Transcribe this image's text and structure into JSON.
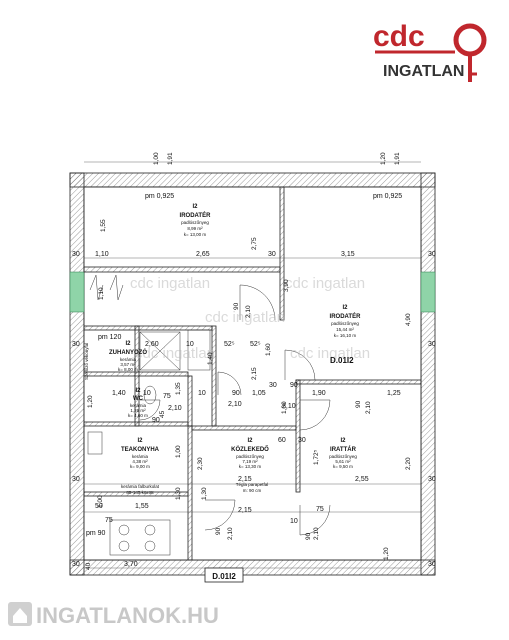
{
  "logo": {
    "brand": "cdc",
    "sub": "INGATLAN",
    "accent": "#c0272d"
  },
  "footer": {
    "brand": "INGATLANOK.HU",
    "color": "#d0d0d0"
  },
  "plan_label": "D.01I2",
  "watermark": "cdc ingatlan",
  "rooms": {
    "office_top": {
      "code": "I2",
      "name": "IRODATÉR",
      "floor": "padlószőnyeg",
      "area": "8,99 m²",
      "perim": "k= 13,00 m"
    },
    "office_right": {
      "code": "I2",
      "name": "IRODATÉR",
      "floor": "padlószőnyeg",
      "area": "15,44 m²",
      "perim": "k= 16,10 m"
    },
    "shower": {
      "code": "I2",
      "name": "ZUHANYOZÓ",
      "floor": "kerámia",
      "area": "3,57 m²",
      "perim": "k= 8,00 m"
    },
    "wc": {
      "code": "I2",
      "name": "WC",
      "floor": "kerámia",
      "area": "1,26 m²",
      "perim": "k= 4,60 m"
    },
    "kitchen": {
      "code": "I2",
      "name": "TEAKONYHA",
      "floor": "kerámia",
      "area": "4,38 m²",
      "perim": "k= 9,00 m"
    },
    "corridor": {
      "code": "I2",
      "name": "KÖZLEKEDŐ",
      "floor": "padlószőnyeg",
      "area": "7,19 m²",
      "perim": "k= 13,30 m"
    },
    "archive": {
      "code": "I2",
      "name": "IRATTÁR",
      "floor": "padlószőnyeg",
      "area": "5,61 m²",
      "perim": "k= 9,50 m"
    }
  },
  "notes": {
    "pm_left": "pm 0,925",
    "pm_right": "pm 0,925",
    "pm120": "pm 120",
    "pm90": "pm 90",
    "kitchen_note1": "kerámia falburkolat",
    "kitchen_note2": "85-145 között",
    "parapet1": "Tégla parapetfal",
    "parapet2": "m: 90 cm",
    "shower_note": "Szellőző vékonyfal",
    "shower_note2": "150/200"
  },
  "dims": {
    "top_100": "1,00",
    "top_191": "1,91",
    "top_120": "1,20",
    "top_191b": "1,91",
    "d155": "1,55",
    "d110a": "1,10",
    "d265": "2,65",
    "d315": "3,15",
    "d30a": "30",
    "d30b": "30",
    "d30c": "30",
    "d30d": "30",
    "d30e": "30",
    "d275": "2,75",
    "d390": "3,90",
    "d490": "4,90",
    "d110b": "1,10",
    "d30side": "30",
    "d90a": "90",
    "d210a": "2,10",
    "d260": "2,60",
    "d10a": "10",
    "d52a": "52⁵",
    "d52b": "52⁵",
    "d140a": "1,40",
    "d215a": "2,15",
    "d160": "1,60",
    "d30f": "30",
    "d90b": "90",
    "d210b": "2,10",
    "d135": "1,35",
    "d125": "1,25",
    "d190": "1,90",
    "d105": "1,05",
    "d210c": "2,10",
    "d100a": "1,00",
    "d140b": "1,40",
    "d10b": "10",
    "d75a": "75",
    "d10c": "10",
    "d90c": "90",
    "d90d": "90",
    "d120v": "1,20",
    "d210d": "2,10",
    "d45": "45",
    "d90e": "90",
    "d210e": "2,10",
    "d60": "60",
    "d30g": "30",
    "d172": "1,72⁵",
    "d255": "2,55",
    "d220": "2,20",
    "d30h": "30",
    "d100b": "1,00",
    "d230": "2,30",
    "d215b": "2,15",
    "d130a": "1,30",
    "d130b": "1,30",
    "d155b": "1,55",
    "d50": "50",
    "d75b": "75",
    "d100c": "1,00",
    "d30i": "30",
    "d215c": "2,15",
    "d75c": "75",
    "d10d": "10",
    "d90f": "90",
    "d210f": "2,10",
    "d90g": "90",
    "d30j": "30",
    "d40": "40",
    "d370": "3,70",
    "d120c": "1,20",
    "d30k": "30",
    "d10e": "10"
  }
}
